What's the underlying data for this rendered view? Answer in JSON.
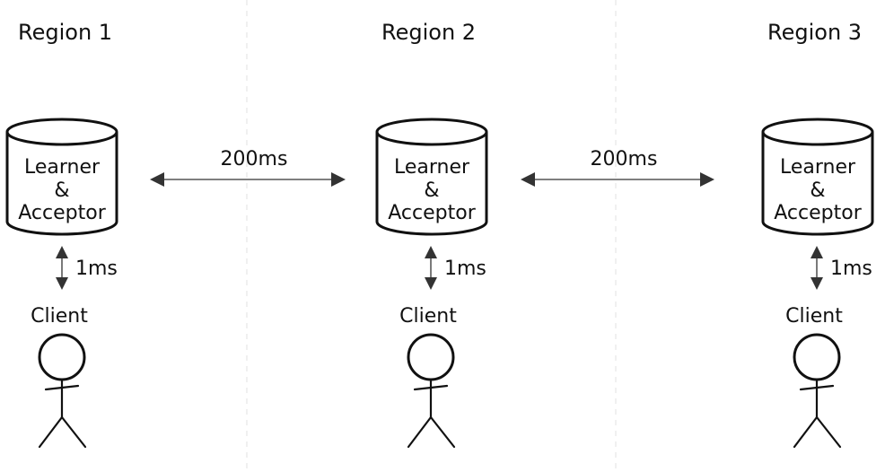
{
  "regions": [
    {
      "title": "Region 1",
      "node": [
        "Learner",
        "&",
        "Acceptor"
      ],
      "client_latency": "1ms",
      "client_label": "Client"
    },
    {
      "title": "Region 2",
      "node": [
        "Learner",
        "&",
        "Acceptor"
      ],
      "client_latency": "1ms",
      "client_label": "Client"
    },
    {
      "title": "Region 3",
      "node": [
        "Learner",
        "&",
        "Acceptor"
      ],
      "client_latency": "1ms",
      "client_label": "Client"
    }
  ],
  "links": [
    {
      "label": "200ms"
    },
    {
      "label": "200ms"
    }
  ],
  "colors": {
    "stroke": "#111111",
    "divider": "#e0e0e0",
    "background": "#ffffff"
  }
}
